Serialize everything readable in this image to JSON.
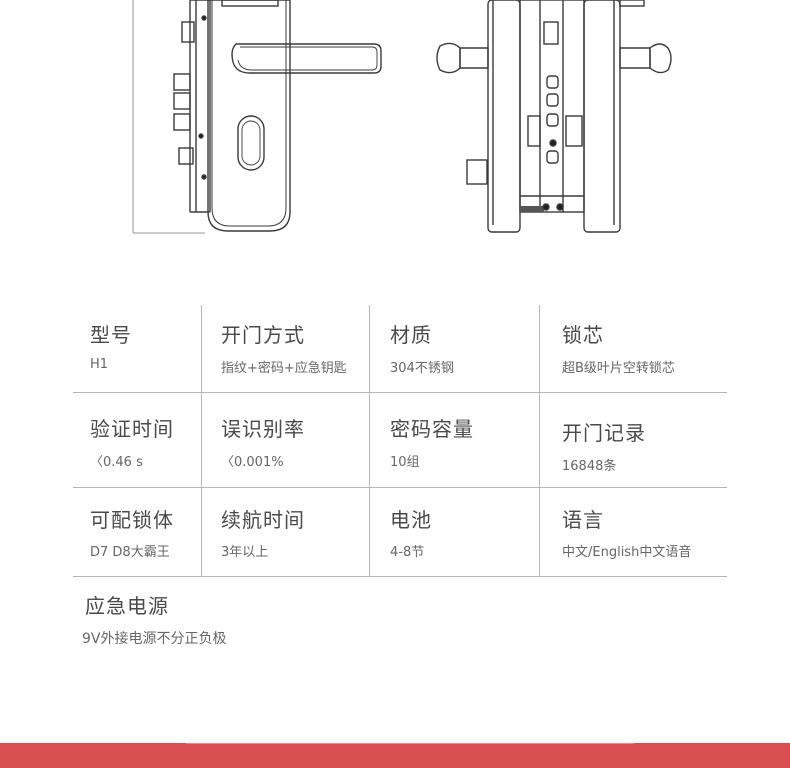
{
  "specs": [
    [
      {
        "label": "型号",
        "value": "H1"
      },
      {
        "label": "开门方式",
        "value": "指纹+密码+应急钥匙"
      },
      {
        "label": "材质",
        "value": "304不锈钢"
      },
      {
        "label": "锁芯",
        "value": "超B级叶片空转锁芯"
      }
    ],
    [
      {
        "label": "验证时间",
        "value": "〈0.46 s"
      },
      {
        "label": "误识别率",
        "value": "〈0.001%"
      },
      {
        "label": "密码容量",
        "value": "10组"
      },
      {
        "label": "开门记录",
        "value": "16848条"
      }
    ],
    [
      {
        "label": "可配锁体",
        "value": "D7 D8大霸王"
      },
      {
        "label": "续航时间",
        "value": "3年以上"
      },
      {
        "label": "电池",
        "value": "4-8节"
      },
      {
        "label": "语言",
        "value": "中文/English中文语音"
      }
    ]
  ],
  "extra": {
    "label": "应急电源",
    "value": "9V外接电源不分正负极"
  },
  "colors": {
    "band": "#d94e50",
    "divider": "#b5b5b5",
    "text": "#4a4a4a"
  }
}
